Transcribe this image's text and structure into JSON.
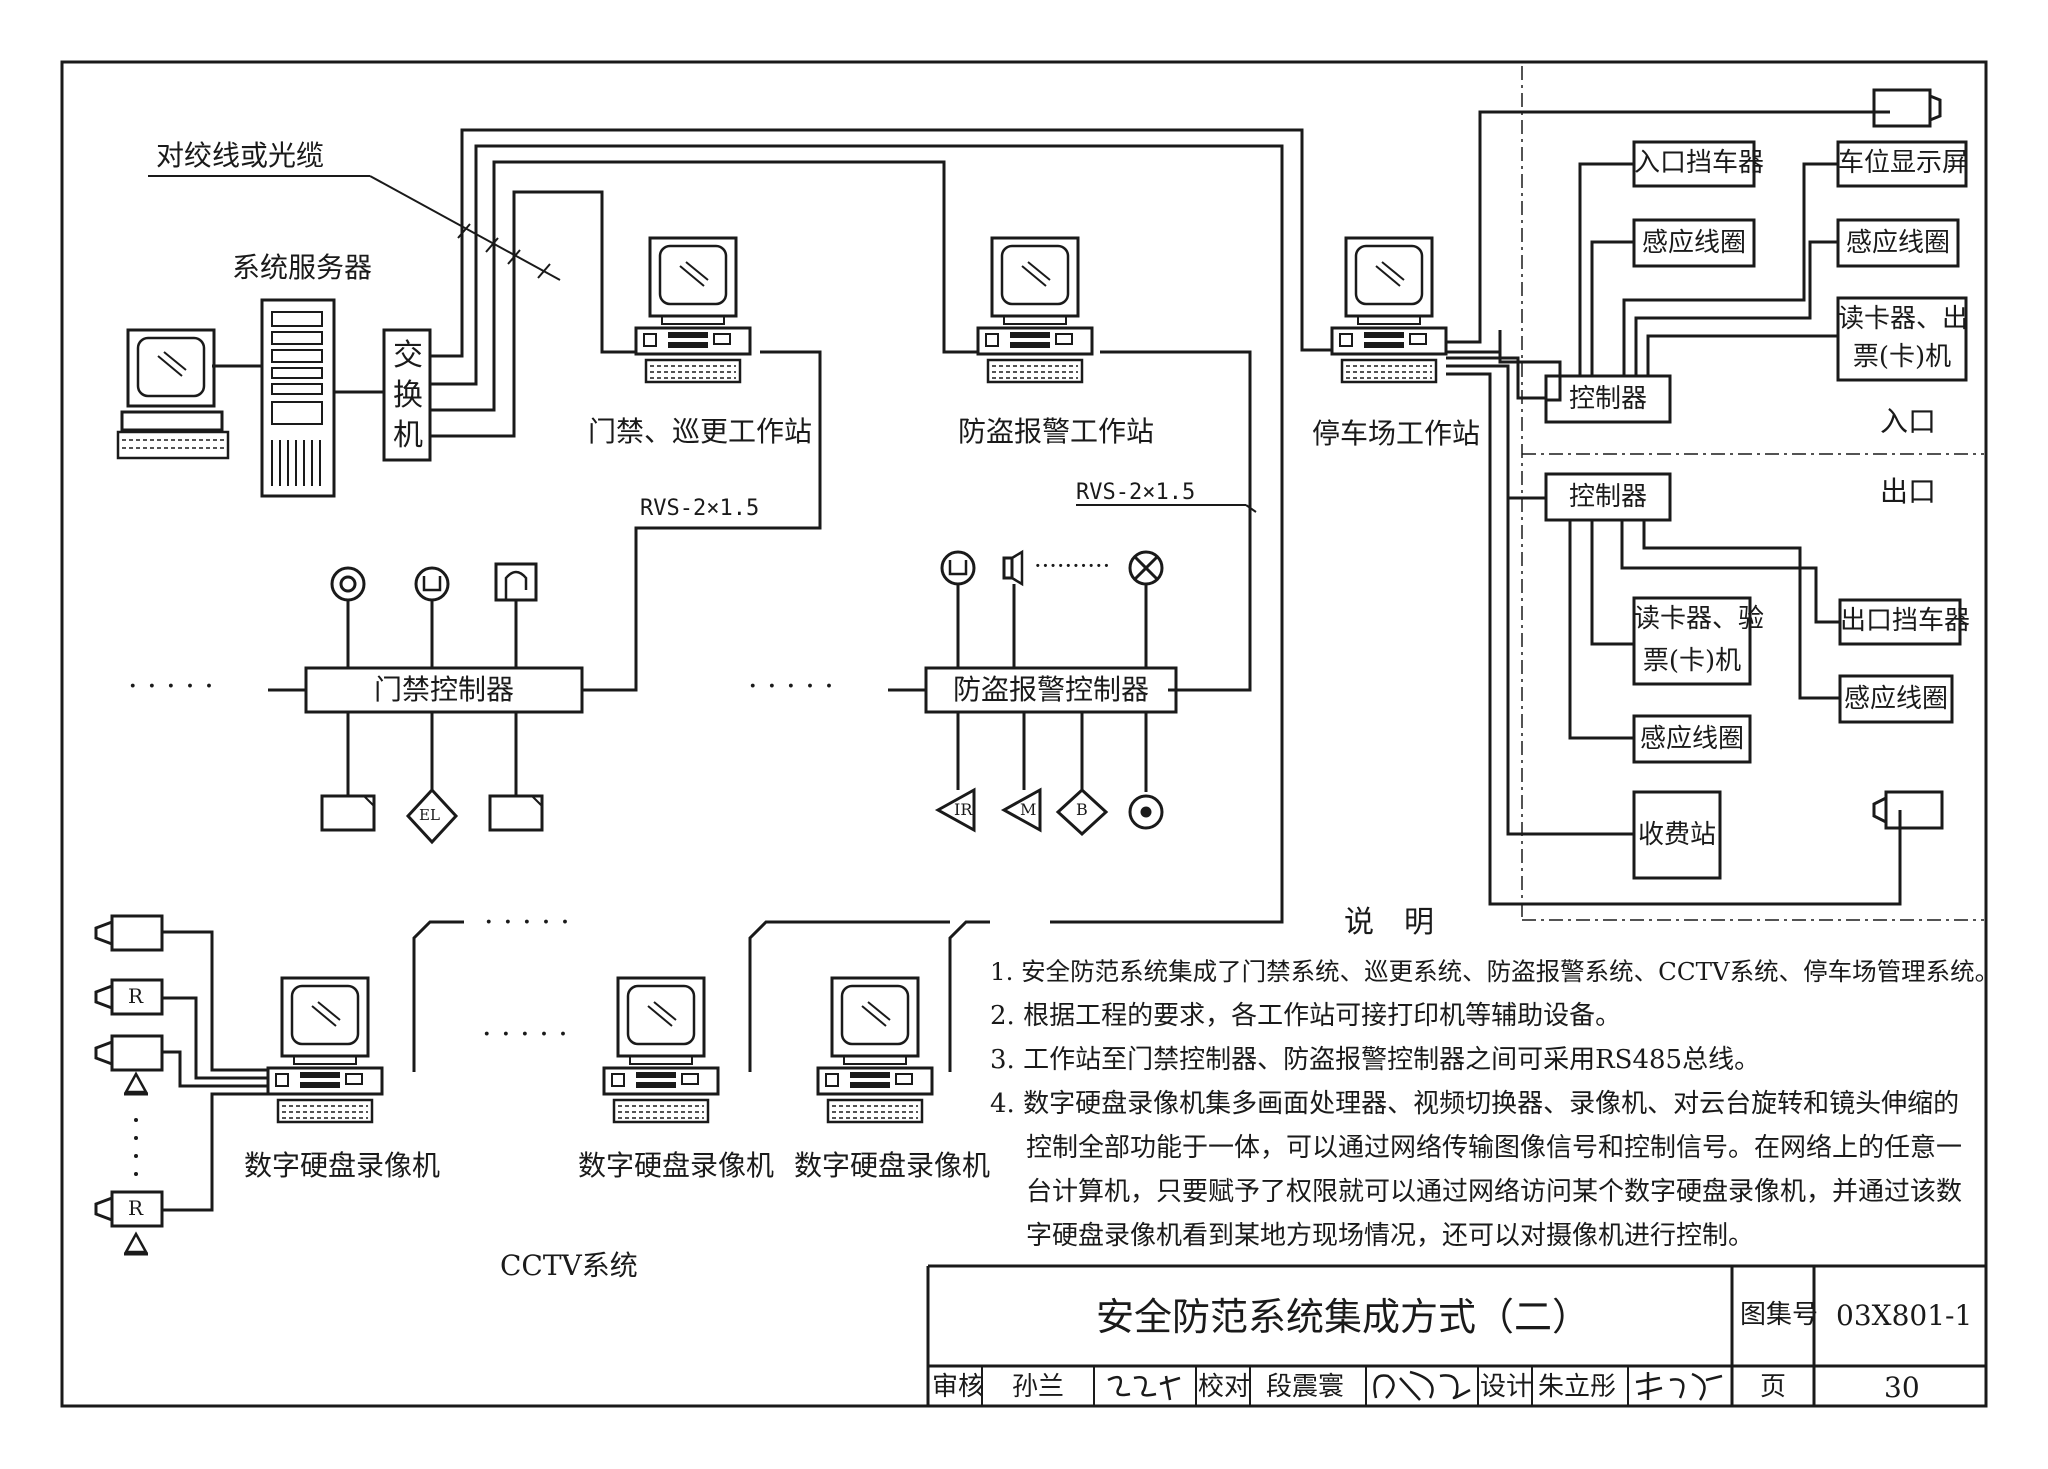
{
  "labels": {
    "twisted_pair": "对绞线或光缆",
    "system_server": "系统服务器",
    "switch": "交换机",
    "access_patrol_ws": "门禁、巡更工作站",
    "alarm_ws": "防盗报警工作站",
    "parking_ws": "停车场工作站",
    "rvs1": "RVS-2×1.5",
    "rvs2": "RVS-2×1.5",
    "access_controller": "门禁控制器",
    "alarm_controller": "防盗报警控制器",
    "dots": "· · · · ·",
    "dots_short": "··········",
    "dvr1": "数字硬盘录像机",
    "dvr2": "数字硬盘录像机",
    "dvr3": "数字硬盘录像机",
    "cctv": "CCTV系统",
    "entrance": "入口",
    "exit": "出口"
  },
  "parking": {
    "entry_barrier": "入口挡车器",
    "entry_loop": "感应线圈",
    "controller_in": "控制器",
    "display": "车位显示屏",
    "loop2": "感应线圈",
    "reader_in_1": "读卡器、出",
    "reader_in_2": "票(卡)机",
    "controller_out": "控制器",
    "reader_out_1": "读卡器、验",
    "reader_out_2": "票(卡)机",
    "exit_barrier": "出口挡车器",
    "exit_loop": "感应线圈",
    "loop_out2": "感应线圈",
    "toll": "收费站"
  },
  "symbols": {
    "el": "EL",
    "ir": "IR",
    "m": "M",
    "b": "B",
    "r": "R"
  },
  "notes": {
    "title": "说　明",
    "n1": "1. 安全防范系统集成了门禁系统、巡更系统、防盗报警系统、CCTV系统、停车场管理系统。",
    "n2": "2. 根据工程的要求，各工作站可接打印机等辅助设备。",
    "n3": "3. 工作站至门禁控制器、防盗报警控制器之间可采用RS485总线。",
    "n4a": "4. 数字硬盘录像机集多画面处理器、视频切换器、录像机、对云台旋转和镜头伸缩的",
    "n4b": "控制全部功能于一体，可以通过网络传输图像信号和控制信号。在网络上的任意一",
    "n4c": "台计算机，只要赋予了权限就可以通过网络访问某个数字硬盘录像机，并通过该数",
    "n4d": "字硬盘录像机看到某地方现场情况，还可以对摄像机进行控制。"
  },
  "title_block": {
    "title": "安全防范系统集成方式（二）",
    "atlas_label": "图集号",
    "atlas_no": "03X801-1",
    "review_label": "审核",
    "reviewer": "孙兰",
    "check_label": "校对",
    "checker": "段震寰",
    "design_label": "设计",
    "designer": "朱立彤",
    "page_label": "页",
    "page_no": "30"
  }
}
